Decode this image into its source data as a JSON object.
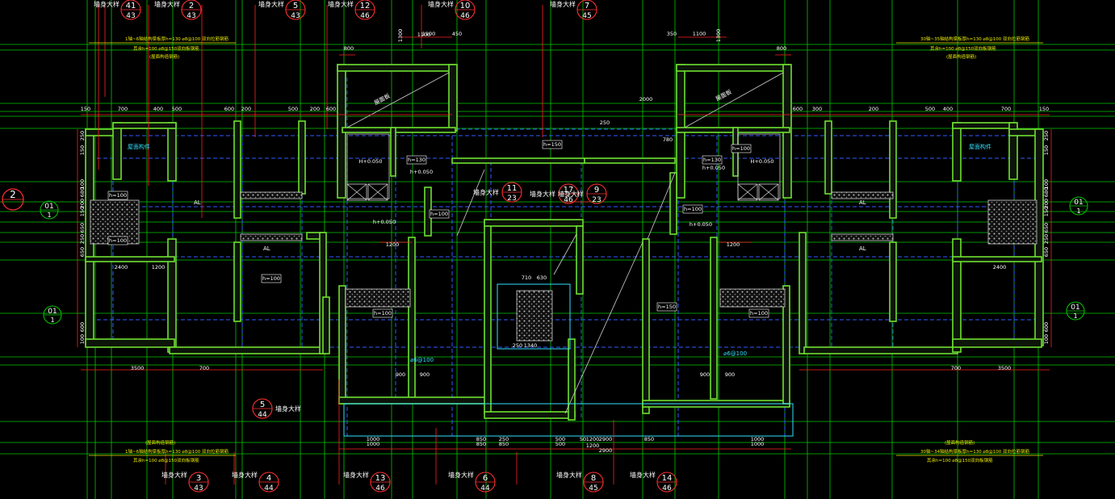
{
  "colors": {
    "background": "#000000",
    "axis_line": "#00c800",
    "wall": "#6ee030",
    "wall_fill": "#0d140a",
    "dim_line": "#ff2020",
    "dim_text": "#ffffff",
    "dash_beam": "#2f5cff",
    "label_red": "#ff3030",
    "label_yellow": "#e8e800",
    "label_cyan": "#30e0ff",
    "hatch": "#c8c8c8"
  },
  "callouts": [
    {
      "top": "41",
      "bottom": "43",
      "detail": "墙身大样"
    },
    {
      "top": "2",
      "bottom": "43",
      "detail": "墙身大样"
    },
    {
      "top": "5",
      "bottom": "43",
      "detail": "墙身大样"
    },
    {
      "top": "12",
      "bottom": "46",
      "detail": "墙身大样"
    },
    {
      "top": "10",
      "bottom": "46",
      "detail": "墙身大样"
    },
    {
      "top": "7",
      "bottom": "45",
      "detail": "墙身大样"
    },
    {
      "top": "11",
      "bottom": "23",
      "detail": "墙身大样"
    },
    {
      "top": "17",
      "bottom": "46",
      "detail": "墙身大样"
    },
    {
      "top": "9",
      "bottom": "23",
      "detail": "墙身大样"
    },
    {
      "top": "5",
      "bottom": "44",
      "detail": "墙身大样"
    },
    {
      "top": "3",
      "bottom": "43",
      "detail": "墙身大样"
    },
    {
      "top": "4",
      "bottom": "44",
      "detail": "墙身大样"
    },
    {
      "top": "13",
      "bottom": "46",
      "detail": "墙身大样"
    },
    {
      "top": "6",
      "bottom": "44",
      "detail": "墙身大样"
    },
    {
      "top": "8",
      "bottom": "45",
      "detail": "墙身大样"
    },
    {
      "top": "14",
      "bottom": "46",
      "detail": "墙身大样"
    }
  ],
  "axis_bubbles": {
    "left": "2",
    "left_sub": "01",
    "left_sub_denominator": "1",
    "right_sub": "01",
    "right_sub_denominator": "1"
  },
  "dimensions": {
    "top_row": [
      "150",
      "700",
      "400",
      "500",
      "600",
      "200",
      "500",
      "200",
      "600",
      "800",
      "1100",
      "450",
      "1300",
      "350",
      "1100",
      "1300",
      "800",
      "600",
      "300",
      "200",
      "500",
      "400",
      "700",
      "150"
    ],
    "left_col": [
      "250",
      "150",
      "100",
      "680",
      "200",
      "150",
      "650",
      "250",
      "650",
      "600",
      "100"
    ],
    "mid_labels": [
      "2400",
      "1200",
      "1200",
      "1200",
      "2400",
      "3500",
      "3500",
      "700",
      "700",
      "900",
      "900",
      "900",
      "900",
      "1000",
      "1000",
      "850",
      "850",
      "250",
      "500",
      "2900",
      "1200",
      "1340",
      "710",
      "630",
      "1100",
      "2000",
      "250",
      "780"
    ],
    "bottom_row": [
      "1000",
      "850",
      "250",
      "500",
      "50",
      "1200",
      "2900",
      "850",
      "1000"
    ],
    "heights": [
      "h=100",
      "h=100",
      "h=130",
      "h=100",
      "h=100",
      "h=130",
      "h=150",
      "h=100",
      "h=100",
      "h=100",
      "h=150",
      "h=100"
    ],
    "levels": [
      "H+0.050",
      "h+0.050",
      "h+0.050",
      "H+0.050",
      "h+0.050",
      "h+0.050"
    ]
  },
  "notes": {
    "top_left_1": "1轴~6轴结构梁板厚h=130 ⌀8@100 双向拉筋钢筋",
    "top_left_2": "其余h=100 ⌀8@150双向板钢筋",
    "top_left_3": "(屋面构造钢筋)",
    "top_right_1": "30轴~35轴结构梁板厚h=130 ⌀8@100 双向拉筋钢筋",
    "top_right_2": "其余h=100 ⌀8@150双向板钢筋",
    "top_right_3": "(屋面构造钢筋)",
    "bottom_left_1": "(屋面构造钢筋)",
    "bottom_left_2": "1轴~6轴结构梁板厚h=130 ⌀8@100 双向拉筋钢筋",
    "bottom_left_3": "其余h=100 ⌀8@150双向板钢筋",
    "bottom_right_1": "(屋面构造钢筋)",
    "bottom_right_2": "30轴~34轴结构梁板厚h=130 ⌀8@100 双向拉筋钢筋",
    "bottom_right_3": "其余h=100 ⌀8@150双向板钢筋"
  },
  "room_labels": {
    "al_1": "AL",
    "al_2": "AL",
    "al_3": "AL",
    "al_4": "AL",
    "core_note_left": "屋面板",
    "core_note_right": "屋面板",
    "rebar_left": "⌀6@100",
    "rebar_right": "⌀6@100",
    "room_tag_left": "屋面构件",
    "room_tag_right": "屋面构件"
  }
}
